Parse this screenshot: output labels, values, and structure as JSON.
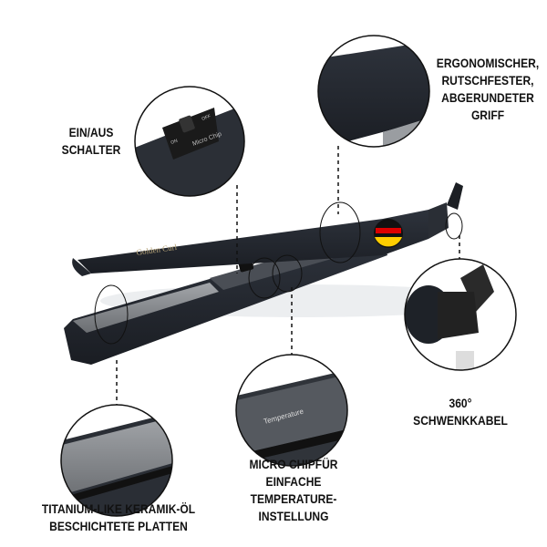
{
  "brand_logo": "Golden Curl",
  "product_printed_text": {
    "switch_on": "ON",
    "switch_off": "OFF",
    "chip": "Micro Chip",
    "temperature": "Temperature"
  },
  "colors": {
    "body": "#23272f",
    "plate": "#8a8d91",
    "flag_black": "#111111",
    "flag_red": "#dd0000",
    "flag_gold": "#ffce00"
  },
  "callouts": {
    "switch": {
      "lines": [
        "EIN/AUS",
        "SCHALTER"
      ]
    },
    "grip": {
      "lines": [
        "ERGONOMISCHER,",
        "RUTSCHFESTER,",
        "ABGERUNDETER",
        "GRIFF"
      ]
    },
    "cord": {
      "lines": [
        "360°",
        "SCHWENKKABEL"
      ]
    },
    "plates": {
      "lines": [
        "TITANIUM-LIKE KERAMIK-ÖL",
        "BESCHICHTETE PLATTEN"
      ]
    },
    "chip": {
      "lines": [
        "MICRO CHIPFÜR",
        "EINFACHE",
        "TEMPERATURE-",
        "INSTELLUNG"
      ]
    }
  }
}
